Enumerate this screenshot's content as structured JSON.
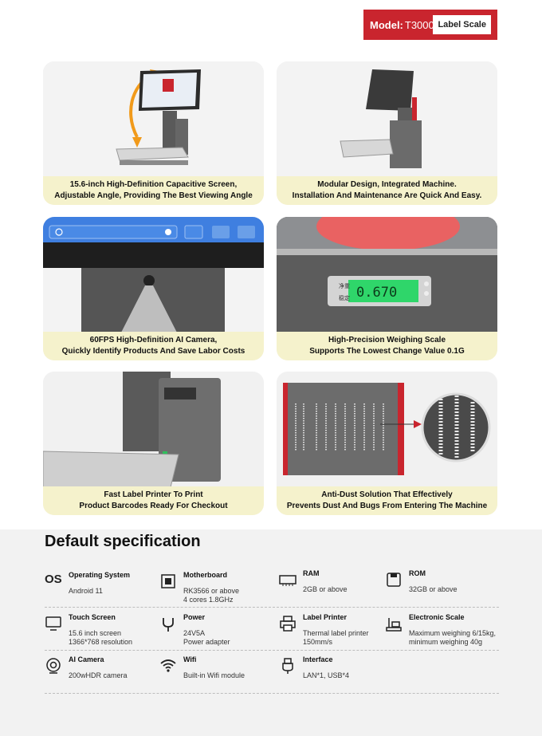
{
  "badge": {
    "model_label": "Model:",
    "model_value": "T3000",
    "tag": "Label Scale"
  },
  "features": [
    {
      "line1": "15.6-inch High-Definition Capacitive Screen,",
      "line2": "Adjustable Angle, Providing The Best Viewing Angle"
    },
    {
      "line1": "Modular Design, Integrated Machine.",
      "line2": "Installation And Maintenance Are Quick And Easy."
    },
    {
      "line1": "60FPS High-Definition AI Camera,",
      "line2": "Quickly Identify Products And Save Labor Costs"
    },
    {
      "line1": "High-Precision Weighing Scale",
      "line2": "Supports The Lowest Change Value 0.1G"
    },
    {
      "line1": "Fast Label Printer To Print",
      "line2": "Product Barcodes Ready For Checkout"
    },
    {
      "line1": "Anti-Dust Solution That Effectively",
      "line2": "Prevents Dust And Bugs From Entering The Machine"
    }
  ],
  "scale_display": {
    "top_label": "净重",
    "bottom_label": "稳定",
    "reading": "0.670"
  },
  "spec": {
    "heading": "Default specification",
    "os_glyph": "OS",
    "items": [
      {
        "icon": "os-icon",
        "title": "Operating System",
        "v1": "Android 11",
        "v2": ""
      },
      {
        "icon": "motherboard-icon",
        "title": "Motherboard",
        "v1": "RK3566 or above",
        "v2": "4 cores 1.8GHz"
      },
      {
        "icon": "ram-icon",
        "title": "RAM",
        "v1": "2GB or above",
        "v2": ""
      },
      {
        "icon": "rom-icon",
        "title": "ROM",
        "v1": "32GB or above",
        "v2": ""
      },
      {
        "icon": "monitor-icon",
        "title": "Touch Screen",
        "v1": "15.6 inch screen",
        "v2": "1366*768 resolution"
      },
      {
        "icon": "plug-icon",
        "title": "Power",
        "v1": "24V5A",
        "v2": "Power adapter"
      },
      {
        "icon": "printer-icon",
        "title": "Label Printer",
        "v1": "Thermal label printer",
        "v2": "150mm/s"
      },
      {
        "icon": "scale-icon",
        "title": "Electronic Scale",
        "v1": "Maximum weighing 6/15kg,",
        "v2": "minimum weighing 40g"
      },
      {
        "icon": "camera-icon",
        "title": "AI Camera",
        "v1": "200wHDR camera",
        "v2": ""
      },
      {
        "icon": "wifi-icon",
        "title": "Wifi",
        "v1": "Built-in Wifi module",
        "v2": ""
      },
      {
        "icon": "usb-icon",
        "title": "Interface",
        "v1": "LAN*1, USB*4",
        "v2": ""
      }
    ]
  }
}
